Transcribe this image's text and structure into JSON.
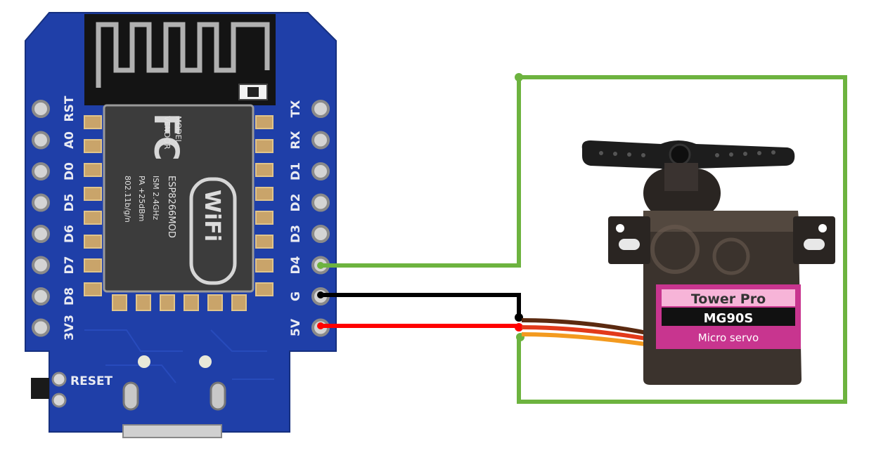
{
  "board": {
    "left_pins": [
      "RST",
      "A0",
      "D0",
      "D5",
      "D6",
      "D7",
      "D8",
      "3V3"
    ],
    "right_pins": [
      "TX",
      "RX",
      "D1",
      "D2",
      "D3",
      "D4",
      "G",
      "5V"
    ],
    "reset_label": "RESET",
    "module": {
      "fc_mark": "FC",
      "model_lines": [
        "MODEL",
        "VENDOR"
      ],
      "spec_lines": [
        "ESP8266MOD",
        "ISM  2.4GHz",
        "PA  +25dBm",
        "802.11b/g/n"
      ],
      "wifi_logo_text": "WiFi"
    }
  },
  "servo": {
    "brand": "Tower Pro",
    "model": "MG90S",
    "type": "Micro servo"
  },
  "colors": {
    "board_blue": "#1f3fa8",
    "signal_wire": "#6db33f",
    "ground_wire": "#000000",
    "power_wire": "#ff0000",
    "servo_label": "#c8358f"
  },
  "wires": [
    {
      "from": "D4",
      "to": "servo-signal",
      "color": "green"
    },
    {
      "from": "G",
      "to": "servo-ground",
      "color": "black"
    },
    {
      "from": "5V",
      "to": "servo-power",
      "color": "red"
    }
  ]
}
